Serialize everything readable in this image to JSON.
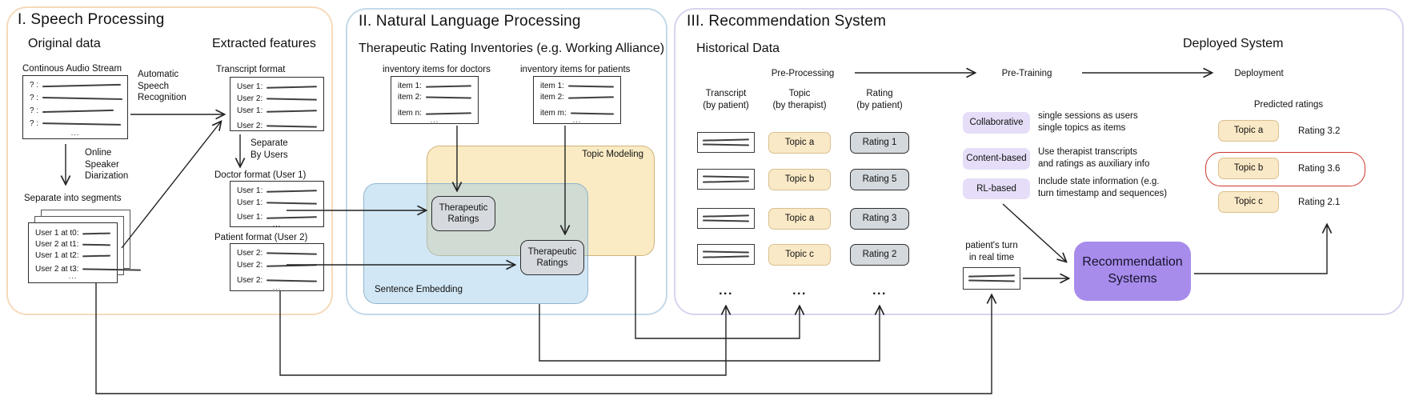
{
  "speech": {
    "title": "I. Speech Processing",
    "original_heading": "Original data",
    "extracted_heading": "Extracted features",
    "audio_label": "Continous Audio Stream",
    "audio_rows": [
      "? :",
      "? :",
      "? :",
      "? :"
    ],
    "asr_label": "Automatic\nSpeech\nRecognition",
    "diarization_label": "Online\nSpeaker\nDiarization",
    "segments_label": "Separate into segments",
    "segments_rows": [
      "User 1 at t0:",
      "User 2 at t1:",
      "User 1 at t2:",
      "User 2 at t3:"
    ],
    "transcript_label": "Transcript format",
    "transcript_rows": [
      "User 1:",
      "User 2:",
      "User 1:",
      "User 2:"
    ],
    "separate_by_users": "Separate\nBy Users",
    "doctor_label": "Doctor format (User 1)",
    "doctor_rows": [
      "User 1:",
      "User 1:",
      "User 1:"
    ],
    "patient_label": "Patient format (User 2)",
    "patient_rows": [
      "User 2:",
      "User 2:",
      "User 2:"
    ]
  },
  "nlp": {
    "title": "II. Natural Language Processing",
    "subtitle": "Therapeutic Rating Inventories (e.g. Working Alliance)",
    "doctors_inventory_label": "inventory items for doctors",
    "doctors_inventory_rows": [
      "item 1:",
      "item 2:",
      "item n:"
    ],
    "patients_inventory_label": "inventory items for patients",
    "patients_inventory_rows": [
      "item 1:",
      "item 2:",
      "item m:"
    ],
    "topic_modeling_label": "Topic Modeling",
    "sentence_embedding_label": "Sentence Embedding",
    "therapeutic_ratings_1": "Therapeutic\nRatings",
    "therapeutic_ratings_2": "Therapeutic\nRatings"
  },
  "rec": {
    "title": "III. Recommendation System",
    "historical_heading": "Historical Data",
    "deployed_heading": "Deployed System",
    "stages": [
      "Pre-Processing",
      "Pre-Training",
      "Deployment"
    ],
    "columns": [
      "Transcript\n(by patient)",
      "Topic\n(by therapist)",
      "Rating\n(by patient)"
    ],
    "topic_cells": [
      "Topic a",
      "Topic b",
      "Topic a",
      "Topic c"
    ],
    "rating_cells": [
      "Rating 1",
      "Rating 5",
      "Rating 3",
      "Rating 2"
    ],
    "methods": [
      {
        "name": "Collaborative",
        "desc": "single sessions as users\nsingle topics as items"
      },
      {
        "name": "Content-based",
        "desc": "Use therapist transcripts\nand ratings as auxiliary info"
      },
      {
        "name": "RL-based",
        "desc": "Include state information (e.g.\nturn timestamp and sequences)"
      }
    ],
    "realtime_label": "patient's turn\nin real time",
    "recsys_label": "Recommendation\nSystems",
    "predicted_heading": "Predicted ratings",
    "predicted_rows": [
      {
        "topic": "Topic a",
        "rating": "Rating 3.2",
        "highlighted": false
      },
      {
        "topic": "Topic b",
        "rating": "Rating 3.6",
        "highlighted": true
      },
      {
        "topic": "Topic c",
        "rating": "Rating 2.1",
        "highlighted": false
      }
    ]
  },
  "misc": {
    "ellipsis": "..."
  },
  "colors": {
    "speech_panel_border": "#f6dabb",
    "nlp_panel_border": "#c3dae9",
    "rec_panel_border": "#dad3f0",
    "topic_region_fill": "#f8ecc9",
    "embed_region_fill": "#d8e9f6",
    "topic_pill_fill": "#fae9c6",
    "rating_pill_fill": "#d4d9de",
    "method_pill_fill": "#e6def8",
    "recsys_fill": "#a88cec",
    "highlight_red": "#ce372c"
  }
}
